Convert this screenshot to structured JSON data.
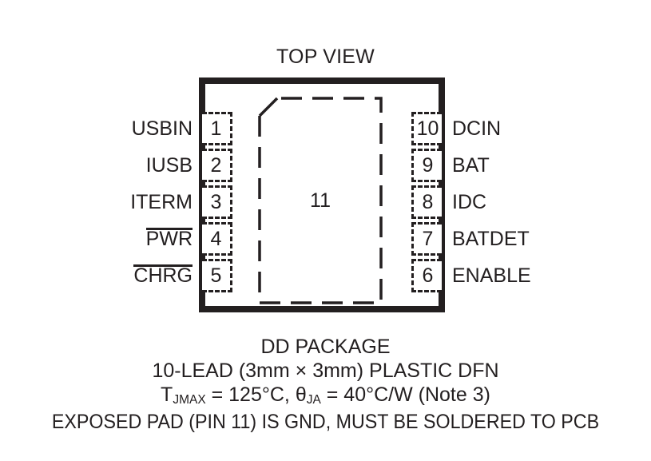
{
  "diagram": {
    "title": "TOP VIEW",
    "exposed_pad_number": "11",
    "ink_color": "#231f20",
    "left_pins": [
      {
        "number": "1",
        "label": "USBIN",
        "active_low": false
      },
      {
        "number": "2",
        "label": "IUSB",
        "active_low": false
      },
      {
        "number": "3",
        "label": "ITERM",
        "active_low": false
      },
      {
        "number": "4",
        "label": "PWR",
        "active_low": true
      },
      {
        "number": "5",
        "label": "CHRG",
        "active_low": true
      }
    ],
    "right_pins": [
      {
        "number": "10",
        "label": "DCIN",
        "active_low": false
      },
      {
        "number": "9",
        "label": "BAT",
        "active_low": false
      },
      {
        "number": "8",
        "label": "IDC",
        "active_low": false
      },
      {
        "number": "7",
        "label": "BATDET",
        "active_low": false
      },
      {
        "number": "6",
        "label": "ENABLE",
        "active_low": false
      }
    ]
  },
  "caption": {
    "package_name": "DD PACKAGE",
    "package_description": "10-LEAD (3mm × 3mm) PLASTIC DFN",
    "thermal": {
      "tj_symbol": "T",
      "tj_subscript": "JMAX",
      "tj_value": " = 125°C, ",
      "theta_symbol": "θ",
      "theta_subscript": "JA",
      "theta_value": " = 40°C/W (Note 3)"
    },
    "exposed_pad_note": "EXPOSED PAD (PIN 11) IS GND, MUST BE SOLDERED TO PCB"
  }
}
